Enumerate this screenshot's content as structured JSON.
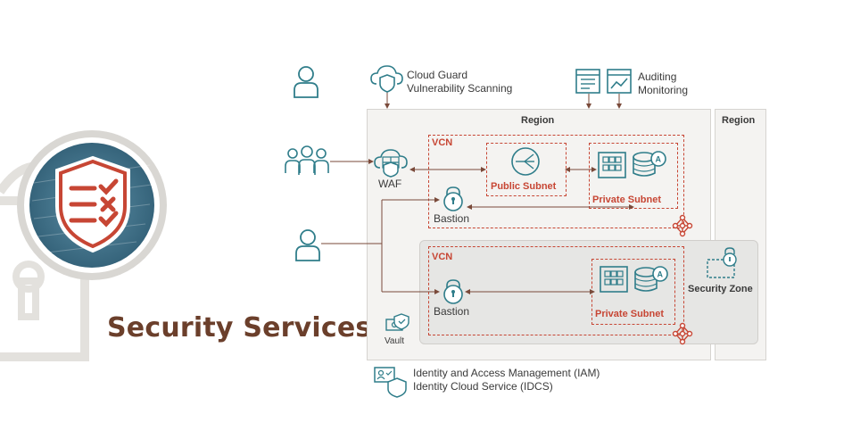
{
  "hero": {
    "title": "Security Services",
    "icon": "shield-checklist-icon"
  },
  "top_labels": {
    "cloud_guard_line1": "Cloud Guard",
    "cloud_guard_line2": "Vulnerability Scanning",
    "auditing": "Auditing",
    "monitoring": "Monitoring"
  },
  "regions": {
    "main_label": "Region",
    "secondary_label": "Region"
  },
  "vcn_top": {
    "label": "VCN",
    "public_subnet": "Public Subnet",
    "private_subnet": "Private Subnet",
    "waf": "WAF",
    "bastion": "Bastion"
  },
  "vcn_bottom": {
    "label": "VCN",
    "private_subnet": "Private Subnet",
    "bastion": "Bastion",
    "security_zone": "Security Zone"
  },
  "vault": "Vault",
  "iam": {
    "line1": "Identity and Access Management (IAM)",
    "line2": "Identity Cloud Service (IDCS)"
  },
  "colors": {
    "accent_orange": "#c74634",
    "icon_teal": "#2f7d8a",
    "title_brown": "#6b3f2b",
    "region_bg": "#f4f3f1",
    "zone_bg": "#e6e6e4"
  }
}
